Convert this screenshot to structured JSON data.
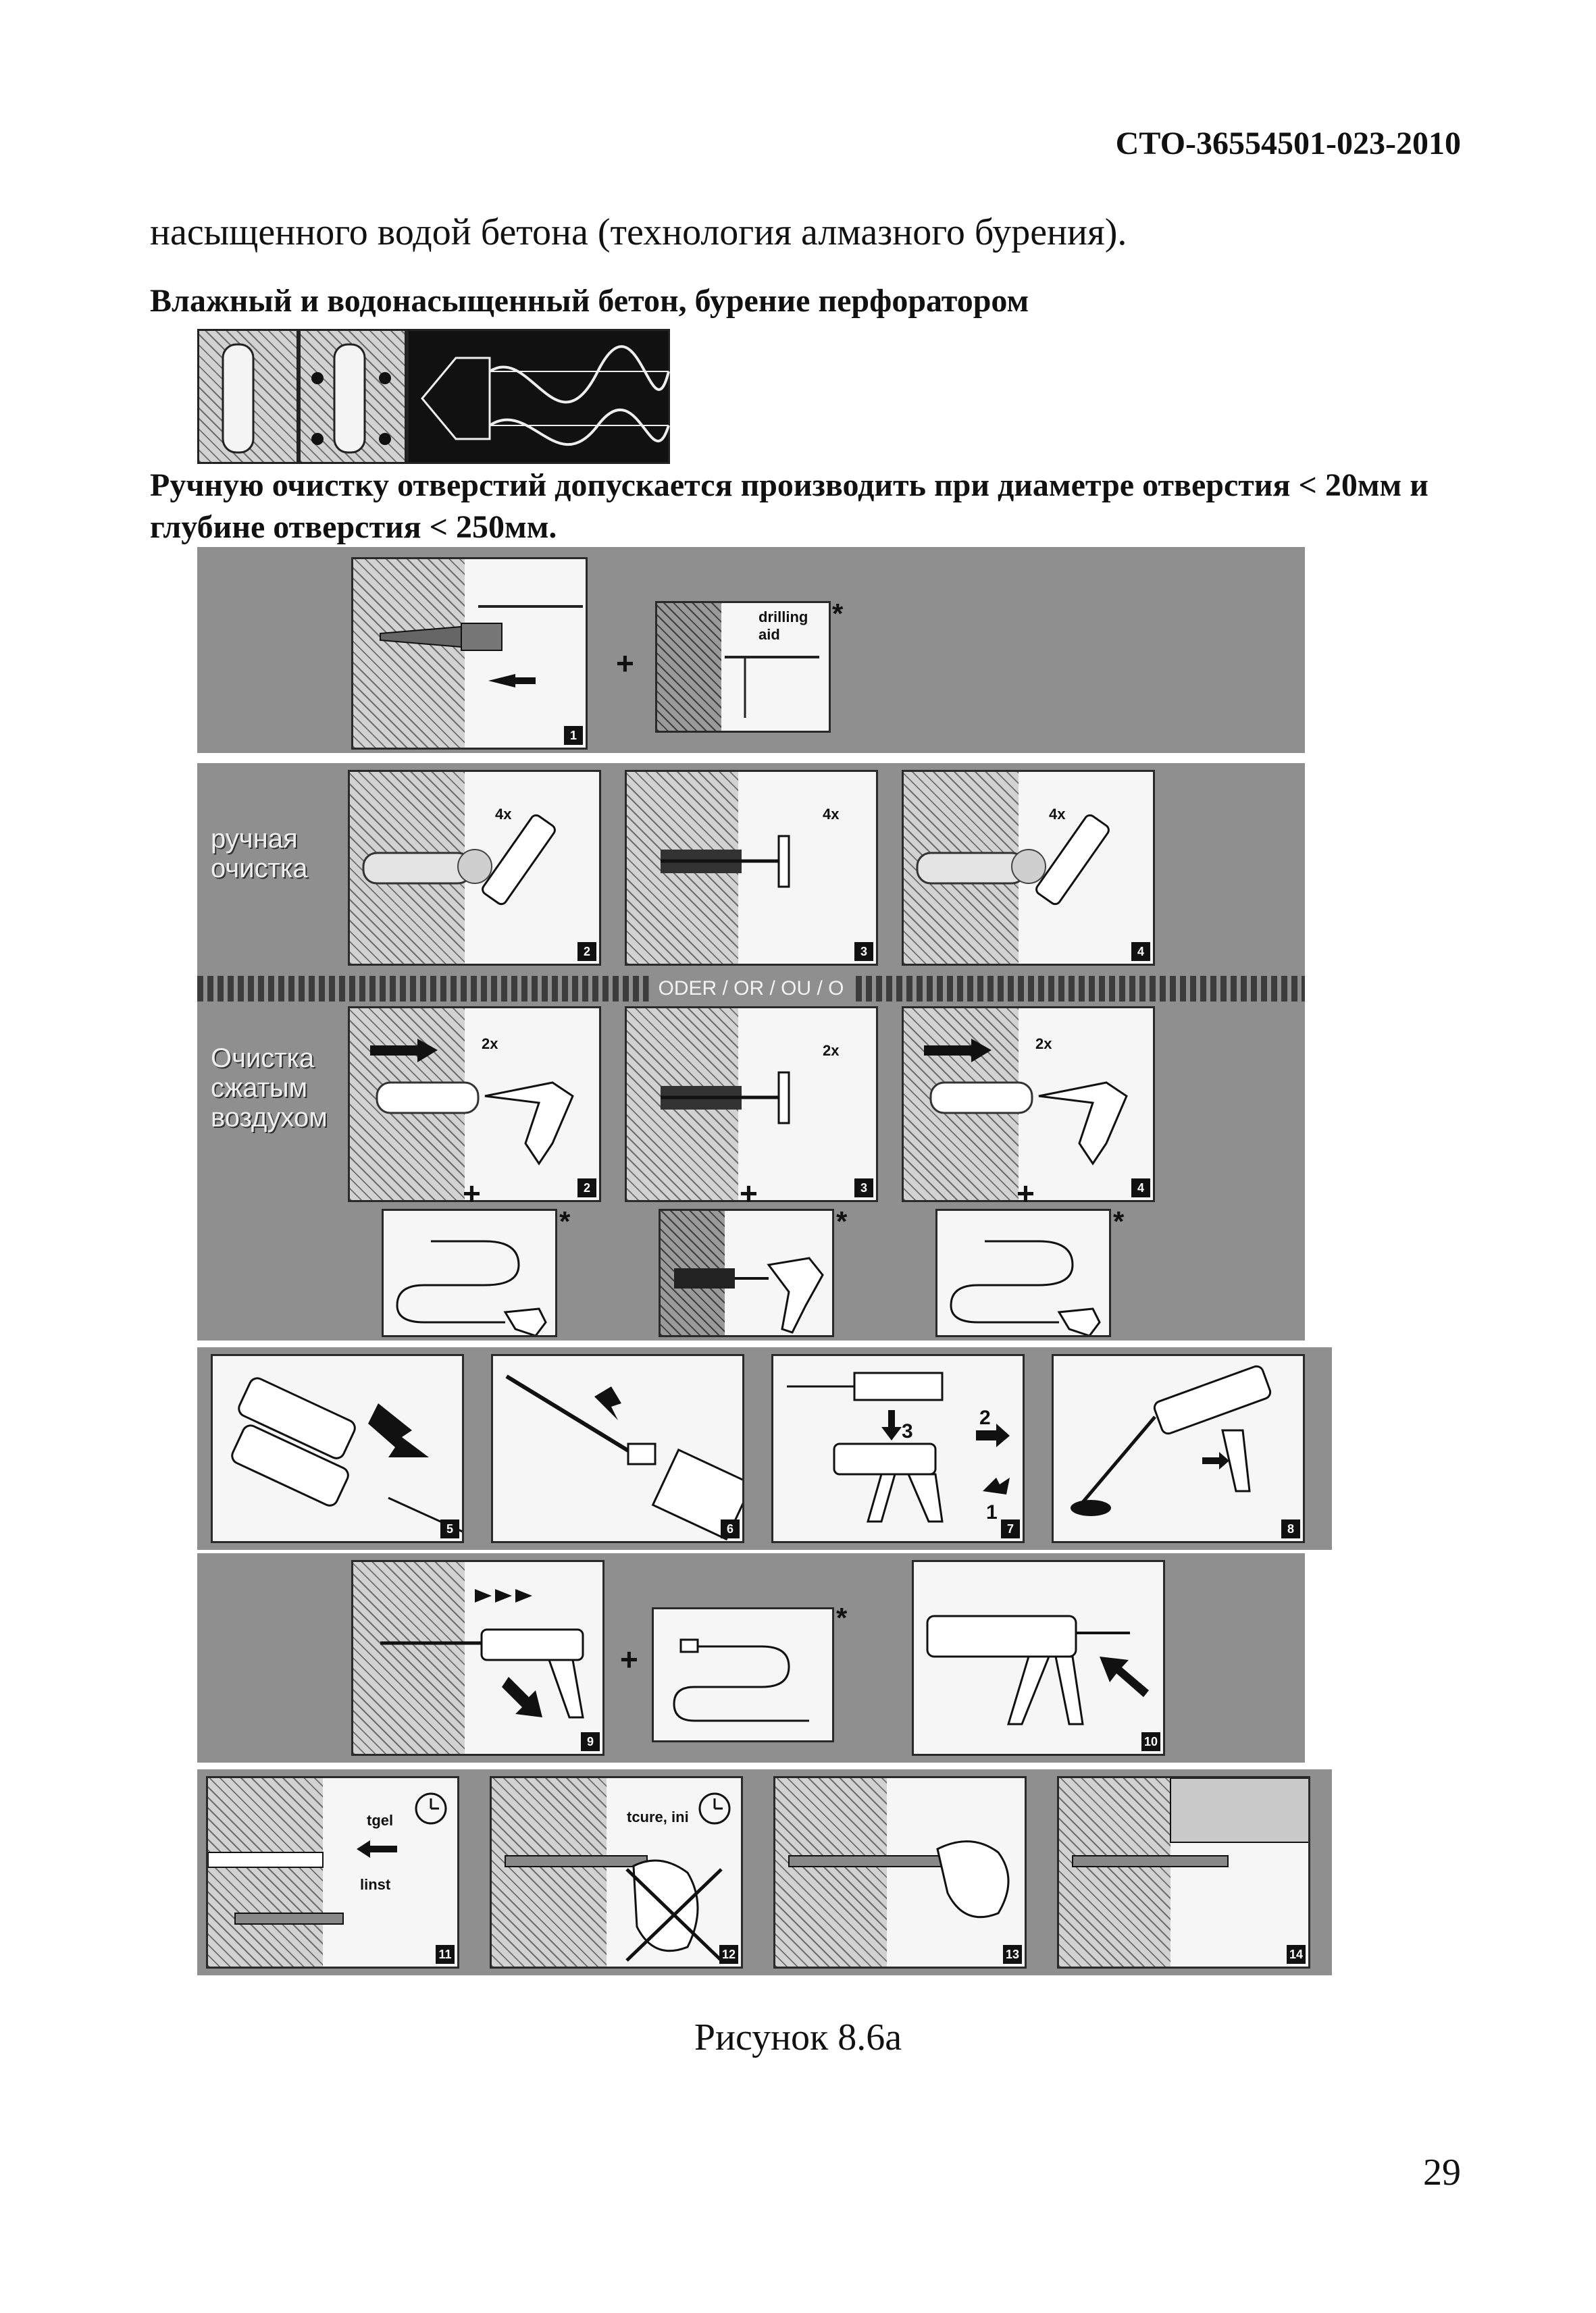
{
  "header": {
    "doc_code": "СТО-36554501-023-2010"
  },
  "intro_text": "насыщенного водой бетона (технология алмазного бурения).",
  "section_heading": "Влажный и водонасыщенный  бетон, бурение перфоратором",
  "condition_text": "Ручную очистку отверстий допускается производить при диаметре отверстия < 20мм и глубине отверстия < 250мм.",
  "labels": {
    "manual_cleaning": "ручная очистка",
    "air_cleaning": "Очистка сжатым воздухом",
    "divider": "ODER / OR / OU / O",
    "drilling_aid": "drilling aid",
    "t_gel": "tgel",
    "l_inst": "linst",
    "t_cure": "tcure, ini",
    "times_4": "4x",
    "times_2": "2x",
    "step_numbers_7": [
      "3",
      "2",
      "1"
    ]
  },
  "steps": [
    "1",
    "2",
    "3",
    "4",
    "2",
    "3",
    "4",
    "5",
    "6",
    "7",
    "8",
    "9",
    "10",
    "11",
    "12",
    "13",
    "14"
  ],
  "caption": "Рисунок 8.6а",
  "page_number": "29"
}
